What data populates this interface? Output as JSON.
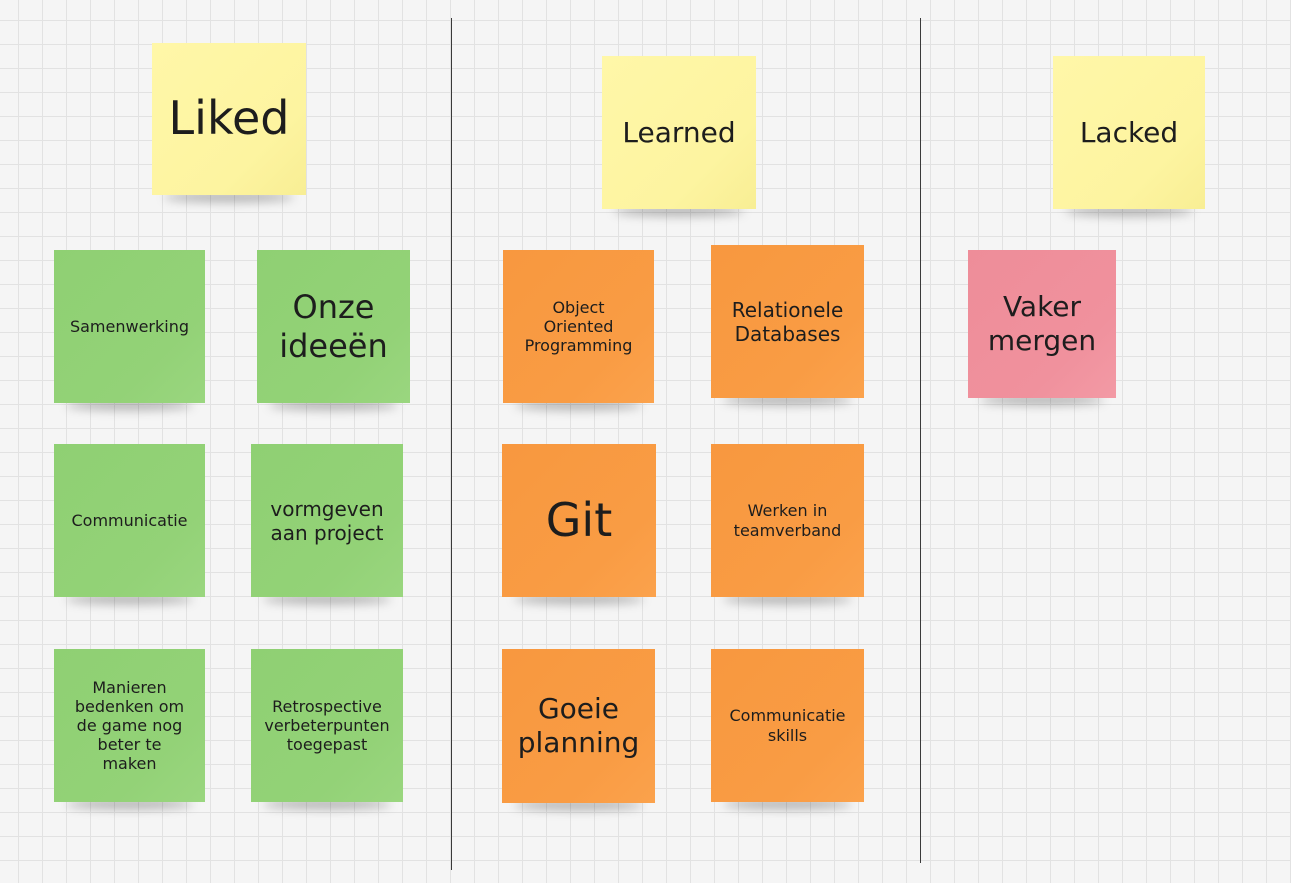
{
  "board": {
    "columns": [
      {
        "header": "Liked",
        "notes": [
          "Samenwerking",
          "Onze ideeën",
          "Communicatie",
          "vormgeven aan project",
          "Manieren bedenken om de game nog beter te maken",
          "Retrospective verbeterpunten toegepast"
        ]
      },
      {
        "header": "Learned",
        "notes": [
          "Object Oriented Programming",
          "Relationele Databases",
          "Git",
          "Werken in teamverband",
          "Goeie planning",
          "Communicatie skills"
        ]
      },
      {
        "header": "Lacked",
        "notes": [
          "Vaker mergen"
        ]
      }
    ]
  },
  "colors": {
    "header_note": "#fdf4a0",
    "liked_note": "#93d277",
    "learned_note": "#f99c44",
    "lacked_note": "#f0919d",
    "divider": "#3a3a3a",
    "canvas": "#f5f5f5"
  }
}
